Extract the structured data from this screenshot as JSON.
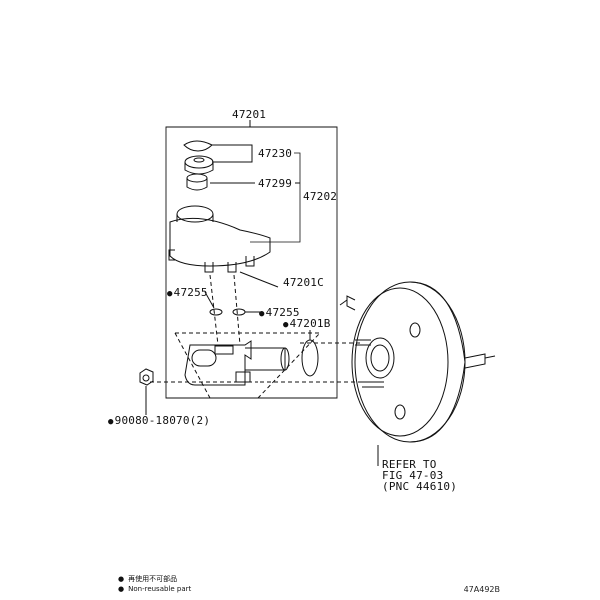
{
  "labels": {
    "assembly": "47201",
    "reservoir_cap_set": "47230",
    "strainer": "47299",
    "reservoir_sub_assy": "47202",
    "pin": "47201C",
    "grommet_a": "47255",
    "grommet_b": "47255",
    "o_ring": "47201B",
    "nut": "90080-18070(2)",
    "refer_line1": "REFER TO",
    "refer_line2": "FIG 47-03",
    "refer_line3": "(PNC 44610)"
  },
  "legend": {
    "line1": "再使用不可部品",
    "line2": "Non-reusable part"
  },
  "figure_id": "47A492B"
}
